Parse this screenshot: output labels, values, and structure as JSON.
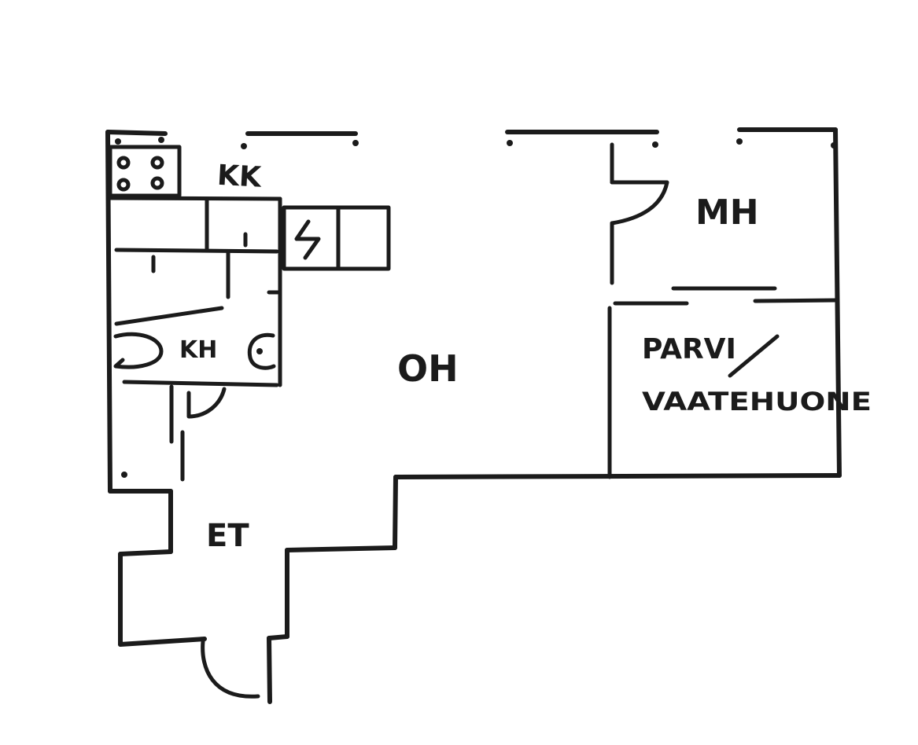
{
  "rooms": {
    "kk": "KK",
    "mh": "MH",
    "kh": "KH",
    "oh": "OH",
    "et": "ET",
    "parvi": "PARVI",
    "vaatehuone": "VAATEHUONE"
  },
  "icons": {
    "stove": "stove-icon",
    "sink": "sink-icon",
    "fridge": "fridge-icon",
    "toilet": "toilet-icon",
    "shower": "shower-icon"
  }
}
